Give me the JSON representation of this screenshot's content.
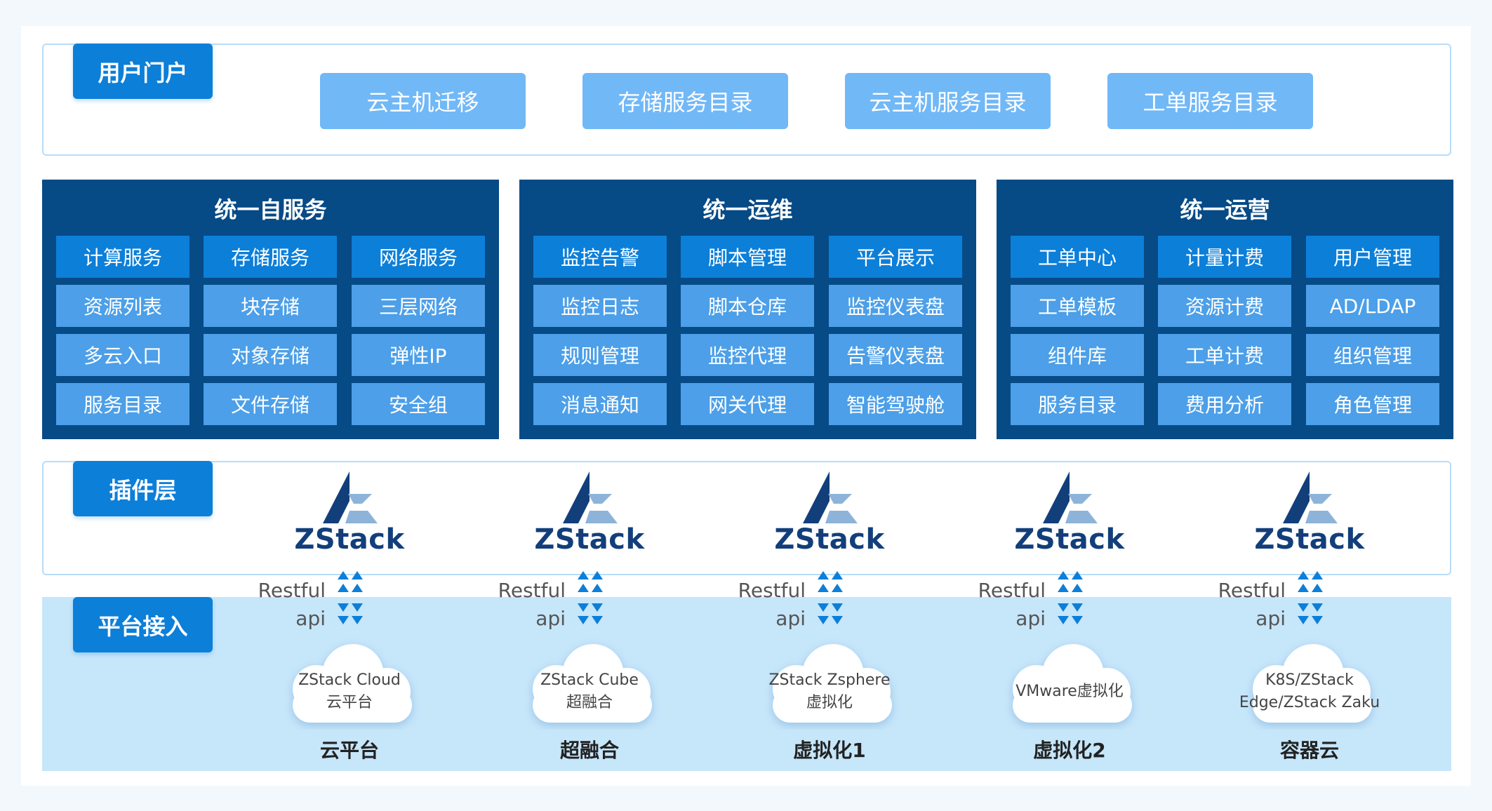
{
  "portal": {
    "label": "用户门户",
    "items": [
      "云主机迁移",
      "存储服务目录",
      "云主机服务目录",
      "工单服务目录"
    ]
  },
  "panels": [
    {
      "title": "统一自服务",
      "rows": [
        [
          "计算服务",
          "存储服务",
          "网络服务"
        ],
        [
          "资源列表",
          "块存储",
          "三层网络"
        ],
        [
          "多云入口",
          "对象存储",
          "弹性IP"
        ],
        [
          "服务目录",
          "文件存储",
          "安全组"
        ]
      ]
    },
    {
      "title": "统一运维",
      "rows": [
        [
          "监控告警",
          "脚本管理",
          "平台展示"
        ],
        [
          "监控日志",
          "脚本仓库",
          "监控仪表盘"
        ],
        [
          "规则管理",
          "监控代理",
          "告警仪表盘"
        ],
        [
          "消息通知",
          "网关代理",
          "智能驾驶舱"
        ]
      ]
    },
    {
      "title": "统一运营",
      "rows": [
        [
          "工单中心",
          "计量计费",
          "用户管理"
        ],
        [
          "工单模板",
          "资源计费",
          "AD/LDAP"
        ],
        [
          "组件库",
          "工单计费",
          "组织管理"
        ],
        [
          "服务目录",
          "费用分析",
          "角色管理"
        ]
      ]
    }
  ],
  "plugin": {
    "label": "插件层",
    "logo_text": "ZStack"
  },
  "platform": {
    "label": "平台接入",
    "restful_line1": "Restful",
    "restful_line2": "api",
    "items": [
      {
        "cloud_line1": "ZStack Cloud",
        "cloud_line2": "云平台",
        "caption": "云平台"
      },
      {
        "cloud_line1": "ZStack Cube",
        "cloud_line2": "超融合",
        "caption": "超融合"
      },
      {
        "cloud_line1": "ZStack Zsphere",
        "cloud_line2": "虚拟化",
        "caption": "虚拟化1"
      },
      {
        "cloud_line1": "VMware虚拟化",
        "cloud_line2": "",
        "caption": "虚拟化2"
      },
      {
        "cloud_line1": "K8S/ZStack",
        "cloud_line2": "Edge/ZStack Zaku",
        "caption": "容器云"
      }
    ]
  },
  "colors": {
    "primary": "#0c7fd9",
    "panel_bg": "#064a86",
    "light_button": "#71b8f7",
    "cell_light": "#4c9fe8",
    "band": "#c6e6fa",
    "logo_dark": "#123f7a",
    "logo_light": "#8db4d8"
  }
}
